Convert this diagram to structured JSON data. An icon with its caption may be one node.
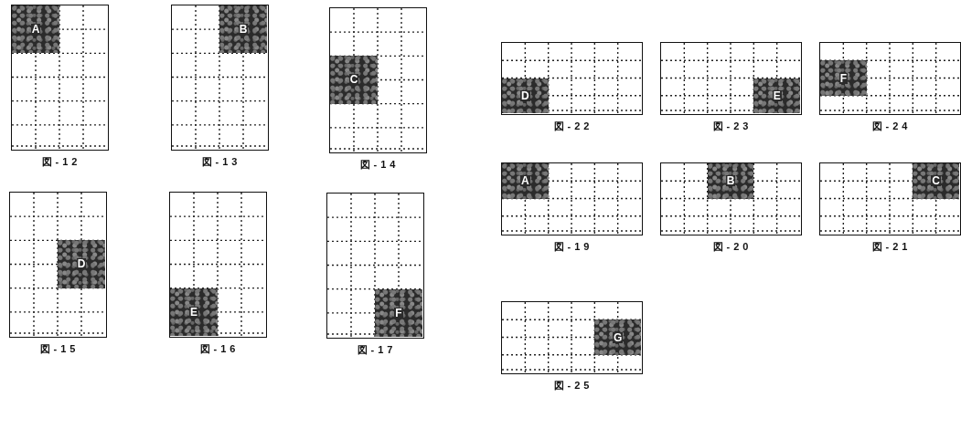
{
  "diagram": {
    "nodes": [
      {
        "text": [],
        "shape": "box",
        "beside": [
          "図-12"
        ]
      },
      {
        "text": [
          "A"
        ],
        "in": 0
      },
      {
        "text": [],
        "shape": "box",
        "beside": [
          "図-13"
        ]
      },
      {
        "text": [
          "B"
        ],
        "in": 2
      },
      {
        "text": [],
        "shape": "box",
        "beside": [
          "図-14"
        ]
      },
      {
        "text": [
          "C"
        ],
        "in": 4
      },
      {
        "text": [],
        "shape": "box",
        "beside": [
          "図-15"
        ]
      },
      {
        "text": [
          "D"
        ],
        "in": 6
      },
      {
        "text": [],
        "shape": "box",
        "beside": [
          "図-16"
        ]
      },
      {
        "text": [
          "E"
        ],
        "in": 8
      },
      {
        "text": [],
        "shape": "box",
        "beside": [
          "図-17"
        ]
      },
      {
        "text": [
          "F"
        ],
        "in": 10
      },
      {
        "text": [],
        "shape": "box",
        "beside": [
          "図-22"
        ]
      },
      {
        "text": [
          "D"
        ],
        "in": 12
      },
      {
        "text": [],
        "shape": "box",
        "beside": [
          "図-23"
        ]
      },
      {
        "text": [
          "E"
        ],
        "in": 14
      },
      {
        "text": [],
        "shape": "box",
        "beside": [
          "図-24"
        ]
      },
      {
        "text": [
          "F"
        ],
        "in": 16
      },
      {
        "text": [],
        "shape": "box",
        "beside": [
          "図-19"
        ]
      },
      {
        "text": [
          "A"
        ],
        "in": 18
      },
      {
        "text": [],
        "shape": "box",
        "beside": [
          "図-20"
        ]
      },
      {
        "text": [
          "B"
        ],
        "in": 20
      },
      {
        "text": [],
        "shape": "box",
        "beside": [
          "図-21"
        ]
      },
      {
        "text": [
          "C"
        ],
        "in": 22
      },
      {
        "text": [],
        "shape": "box",
        "beside": [
          "図-25"
        ]
      },
      {
        "text": [
          "G"
        ],
        "in": 24
      }
    ],
    "edges": []
  }
}
